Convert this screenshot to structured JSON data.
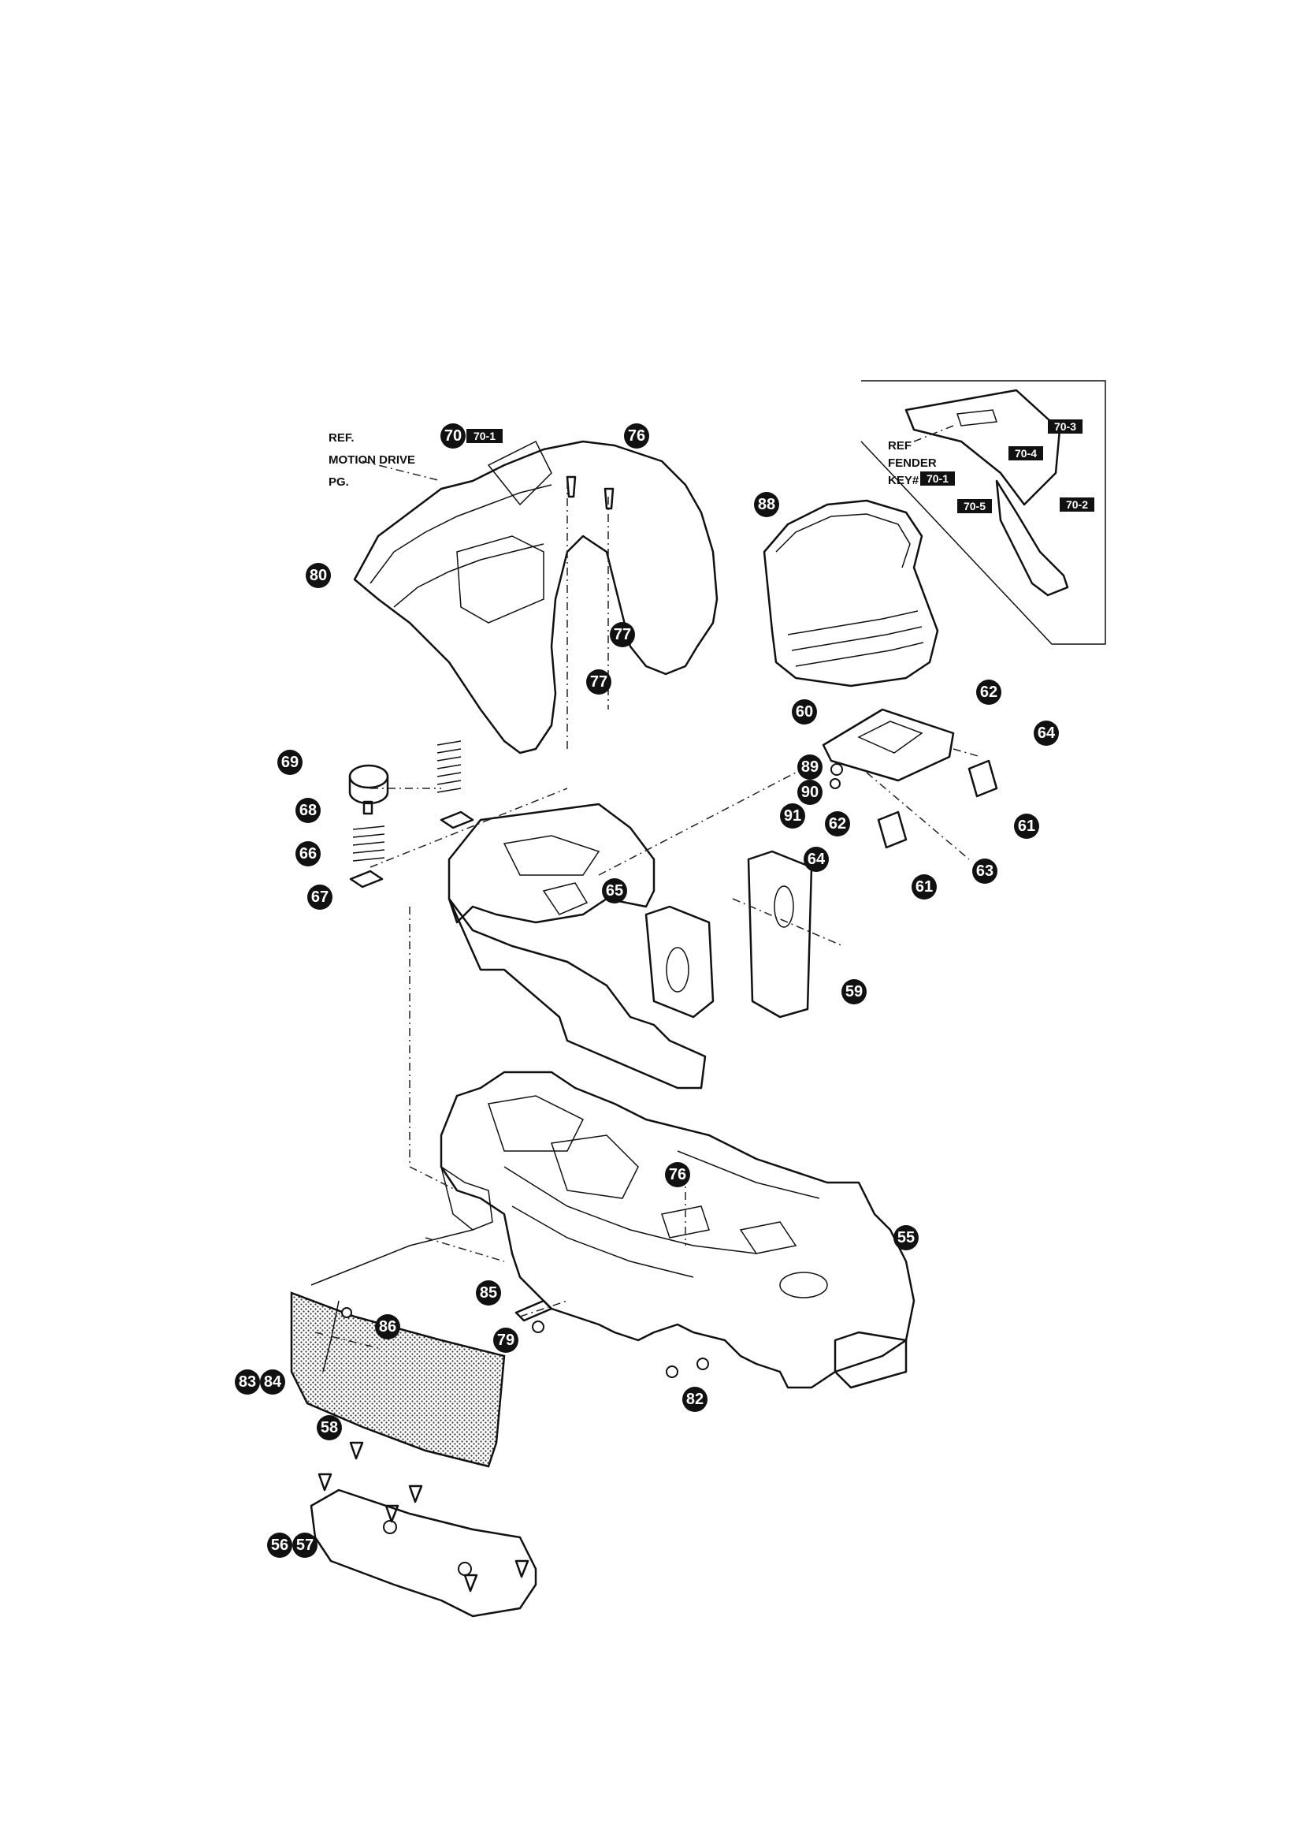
{
  "references": {
    "motion_drive": [
      "REF.",
      "MOTION DRIVE",
      "PG."
    ],
    "fender": [
      "REF",
      "FENDER",
      "KEY#"
    ]
  },
  "key_boxes": {
    "top": "70-1",
    "fender_key": "70-1",
    "inset_a": "70-3",
    "inset_b": "70-4",
    "inset_c": "70-5",
    "inset_d": "70-2"
  },
  "callouts": {
    "c70": "70",
    "c76a": "76",
    "c88": "88",
    "c80": "80",
    "c77a": "77",
    "c77b": "77",
    "c62a": "62",
    "c64a": "64",
    "c60": "60",
    "c89": "89",
    "c90": "90",
    "c91": "91",
    "c62b": "62",
    "c61a": "61",
    "c64b": "64",
    "c61b": "61",
    "c63": "63",
    "c69": "69",
    "c68": "68",
    "c66": "66",
    "c67": "67",
    "c65": "65",
    "c59": "59",
    "c76b": "76",
    "c55": "55",
    "c85": "85",
    "c86": "86",
    "c79": "79",
    "c82": "82",
    "c83": "83",
    "c84": "84",
    "c58": "58",
    "c56": "56",
    "c57": "57"
  }
}
